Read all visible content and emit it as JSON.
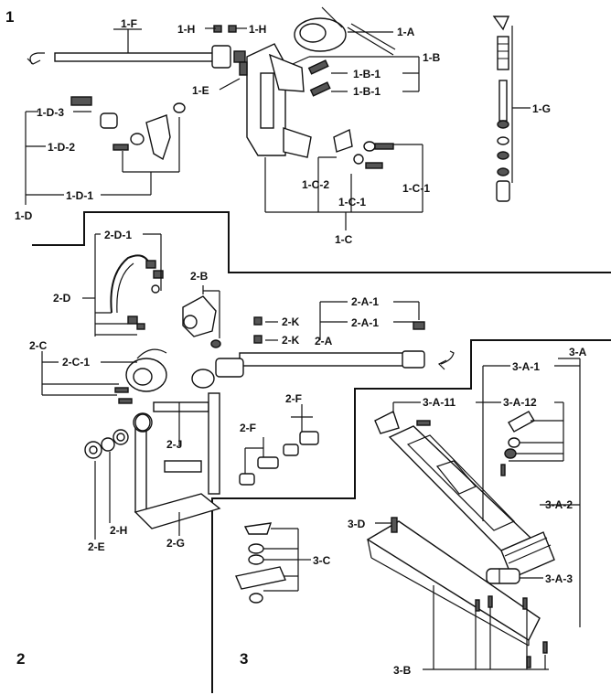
{
  "sections": {
    "s1": "1",
    "s2": "2",
    "s3": "3"
  },
  "labels": {
    "l1A": "1-A",
    "l1B": "1-B",
    "l1B1a": "1-B-1",
    "l1B1b": "1-B-1",
    "l1C": "1-C",
    "l1C1a": "1-C-1",
    "l1C1b": "1-C-1",
    "l1C2": "1-C-2",
    "l1D": "1-D",
    "l1D1": "1-D-1",
    "l1D2": "1-D-2",
    "l1D3": "1-D-3",
    "l1E": "1-E",
    "l1F": "1-F",
    "l1G": "1-G",
    "l1Ha": "1-H",
    "l1Hb": "1-H",
    "l2A": "2-A",
    "l2A1a": "2-A-1",
    "l2A1b": "2-A-1",
    "l2B": "2-B",
    "l2C": "2-C",
    "l2C1": "2-C-1",
    "l2D": "2-D",
    "l2D1": "2-D-1",
    "l2E": "2-E",
    "l2Fa": "2-F",
    "l2Fb": "2-F",
    "l2G": "2-G",
    "l2H": "2-H",
    "l2J": "2-J",
    "l2Ka": "2-K",
    "l2Kb": "2-K",
    "l3A": "3-A",
    "l3A1": "3-A-1",
    "l3A11": "3-A-11",
    "l3A12": "3-A-12",
    "l3A2": "3-A-2",
    "l3A3": "3-A-3",
    "l3B": "3-B",
    "l3C": "3-C",
    "l3D": "3-D"
  }
}
